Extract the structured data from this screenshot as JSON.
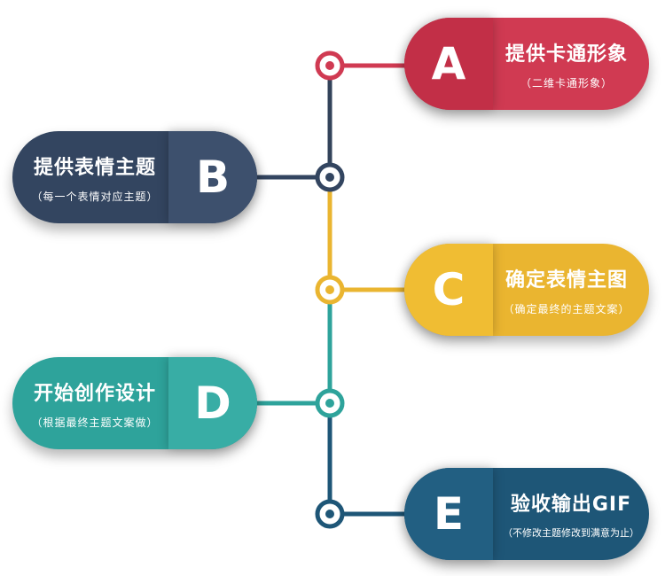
{
  "steps": [
    {
      "letter": "A",
      "title": "提供卡通形象",
      "subtitle": "（二维卡通形象）",
      "color": "#d03a52",
      "tab": "#c22f47"
    },
    {
      "letter": "B",
      "title": "提供表情主题",
      "subtitle": "（每一个表情对应主题）",
      "color": "#334560",
      "tab": "#3d506d"
    },
    {
      "letter": "C",
      "title": "确定表情主图",
      "subtitle": "（确定最终的主题文案）",
      "color": "#eab530",
      "tab": "#f0bd33"
    },
    {
      "letter": "D",
      "title": "开始创作设计",
      "subtitle": "（根据最终主题文案做）",
      "color": "#2ea39b",
      "tab": "#38ada5"
    },
    {
      "letter": "E",
      "title": "验收输出GIF",
      "subtitle": "（不修改主题修改到满意为止）",
      "color": "#1e5677",
      "tab": "#225f82"
    }
  ],
  "colors": {
    "trunk_ab": "#33435a",
    "trunk_bc": "#eab530",
    "trunk_cd": "#2ea39b",
    "trunk_de": "#1e5677"
  }
}
